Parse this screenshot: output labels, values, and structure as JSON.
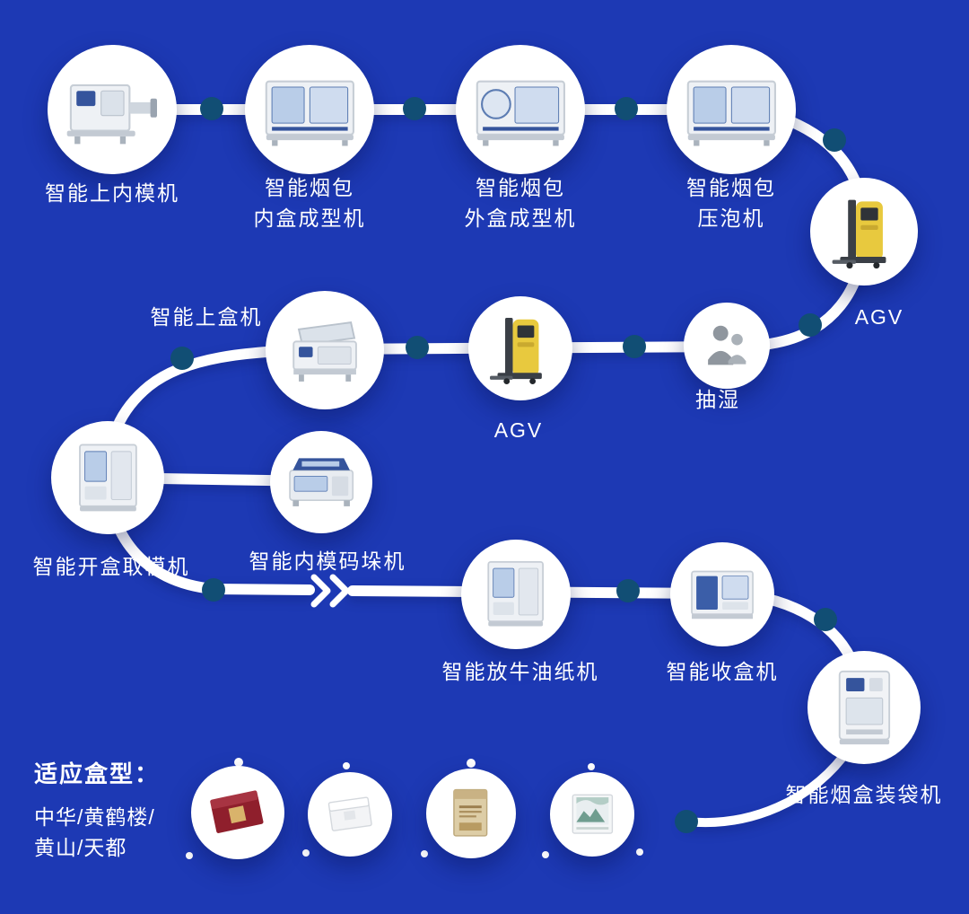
{
  "colors": {
    "background": "#1d39b4",
    "connector_line": "#ffffff",
    "connector_dot": "#114e74",
    "label_text": "#ffffff",
    "agv_body": "#e8c93e"
  },
  "flow_nodes": [
    {
      "id": "upper-inner-mold",
      "icon": "machine-conveyor-illustration",
      "label_lines": [
        "智能上内模机"
      ]
    },
    {
      "id": "inner-box-former",
      "icon": "machine-former-illustration",
      "label_lines": [
        "智能烟包",
        "内盒成型机"
      ]
    },
    {
      "id": "outer-box-former",
      "icon": "machine-wheel-illustration",
      "label_lines": [
        "智能烟包",
        "外盒成型机"
      ]
    },
    {
      "id": "bubble-press",
      "icon": "machine-former-illustration",
      "label_lines": [
        "智能烟包",
        "压泡机"
      ]
    },
    {
      "id": "agv-right",
      "icon": "agv-forklift-illustration",
      "label_lines": [
        "AGV"
      ]
    },
    {
      "id": "dehumidify",
      "icon": "people-icon",
      "label_lines": [
        "抽湿"
      ]
    },
    {
      "id": "agv-middle",
      "icon": "agv-forklift-illustration",
      "label_lines": [
        "AGV"
      ]
    },
    {
      "id": "box-loading",
      "icon": "machine-flat-illustration",
      "label_lines": [
        "智能上盒机"
      ]
    },
    {
      "id": "open-box-mold",
      "icon": "machine-cabinet-illustration",
      "label_lines": [
        "智能开盒取模机"
      ]
    },
    {
      "id": "inner-mold-stacking",
      "icon": "machine-laser-illustration",
      "label_lines": [
        "智能内模码垛机"
      ]
    },
    {
      "id": "butter-paper-feeder",
      "icon": "machine-cabinet-illustration",
      "label_lines": [
        "智能放牛油纸机"
      ]
    },
    {
      "id": "box-collecting",
      "icon": "machine-collect-illustration",
      "label_lines": [
        "智能收盒机"
      ]
    },
    {
      "id": "box-bagging",
      "icon": "machine-bagging-illustration",
      "label_lines": [
        "智能烟盒装袋机"
      ]
    }
  ],
  "box_types": {
    "title": "适应盒型：",
    "line1": "中华/黄鹤楼/",
    "line2": "黄山/天都",
    "products": [
      "red-gift-box",
      "white-gift-box",
      "kraft-pack-box",
      "artwork-box"
    ]
  }
}
